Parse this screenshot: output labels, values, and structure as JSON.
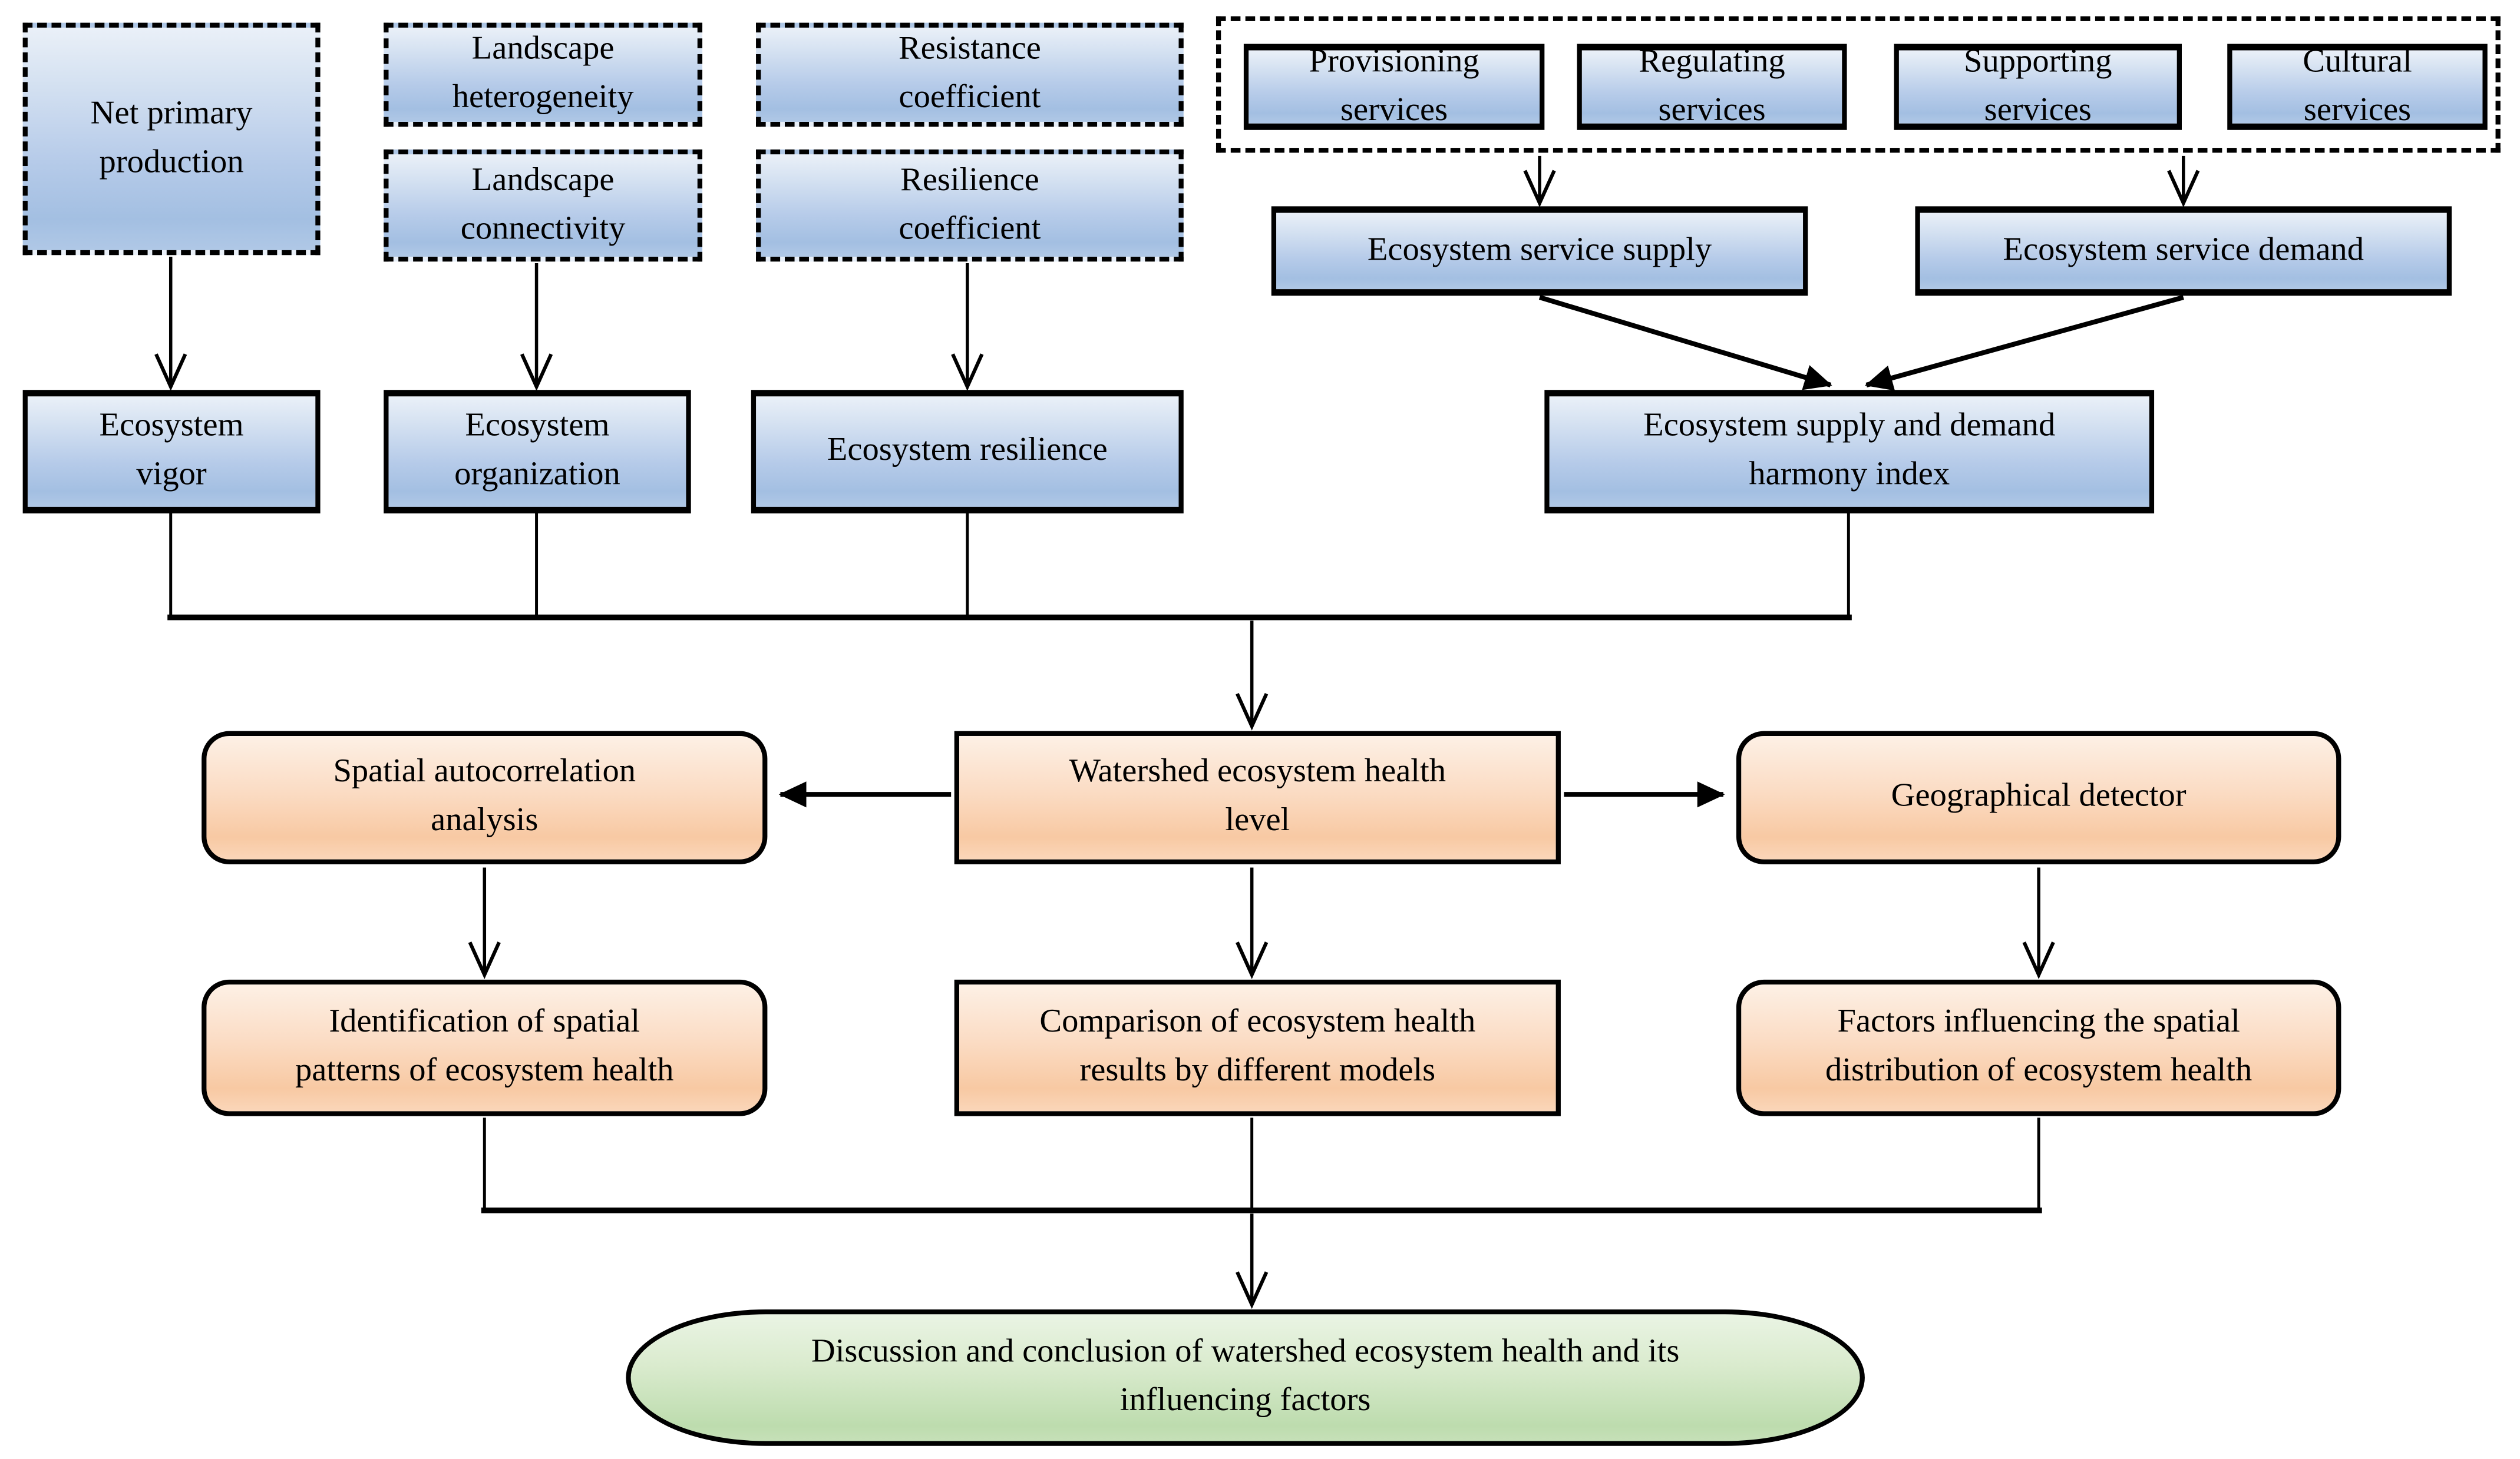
{
  "colors": {
    "border_color": "#000000",
    "box_blue_top": "#eaf0f8",
    "box_blue_bottom": "#a3bfe2",
    "box_orange_top": "#fdf0e5",
    "box_orange_bottom": "#f8c9a3",
    "pill_green_top": "#eaf4e4",
    "pill_green_bottom": "#bddcae"
  },
  "nodes": {
    "net_primary": {
      "label": [
        "Net primary",
        "production"
      ]
    },
    "landscape_heterogeneity": {
      "label": [
        "Landscape",
        "heterogeneity"
      ]
    },
    "landscape_connectivity": {
      "label": [
        "Landscape",
        "connectivity"
      ]
    },
    "resistance_coefficient": {
      "label": [
        "Resistance",
        "coefficient"
      ]
    },
    "resilience_coefficient": {
      "label": [
        "Resilience",
        "coefficient"
      ]
    },
    "provisioning_services": {
      "label": [
        "Provisioning",
        "services"
      ]
    },
    "regulating_services": {
      "label": [
        "Regulating",
        "services"
      ]
    },
    "supporting_services": {
      "label": [
        "Supporting",
        "services"
      ]
    },
    "cultural_services": {
      "label": [
        "Cultural",
        "services"
      ]
    },
    "service_supply": {
      "label": "Ecosystem service supply"
    },
    "service_demand": {
      "label": "Ecosystem service demand"
    },
    "ecosystem_vigor": {
      "label": [
        "Ecosystem",
        "vigor"
      ]
    },
    "ecosystem_organization": {
      "label": [
        "Ecosystem",
        "organization"
      ]
    },
    "ecosystem_resilience": {
      "label": "Ecosystem resilience"
    },
    "harmony_index": {
      "label": [
        "Ecosystem supply and demand",
        "harmony index"
      ]
    },
    "spatial_autocorrelation": {
      "label": [
        "Spatial autocorrelation",
        "analysis"
      ]
    },
    "watershed_health_level": {
      "label": [
        "Watershed ecosystem health",
        "level"
      ]
    },
    "geographical_detector": {
      "label": "Geographical detector"
    },
    "identification_patterns": {
      "label": [
        "Identification of spatial",
        "patterns of ecosystem health"
      ]
    },
    "comparison_models": {
      "label": [
        "Comparison of ecosystem health",
        "results by different models"
      ]
    },
    "influencing_factors": {
      "label": [
        "Factors influencing the spatial",
        "distribution of ecosystem health"
      ]
    },
    "discussion_conclusion": {
      "label": [
        "Discussion and conclusion of watershed ecosystem health and its",
        "influencing factors"
      ]
    }
  }
}
